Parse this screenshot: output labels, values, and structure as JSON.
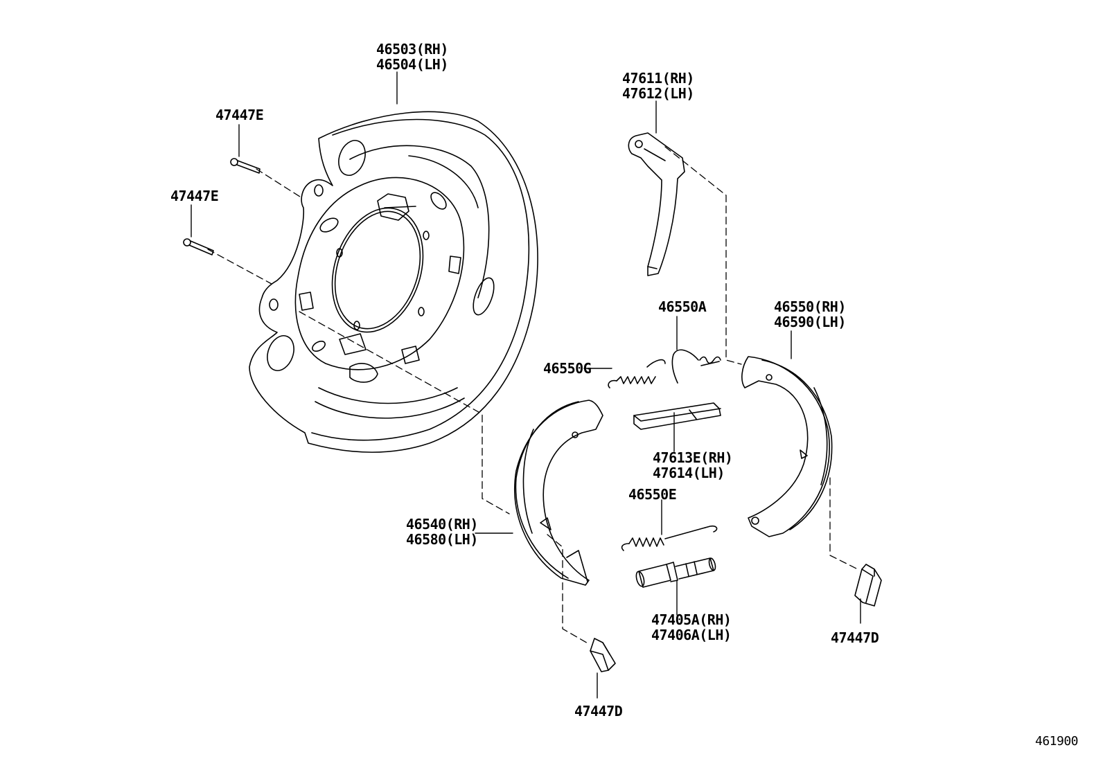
{
  "parts": {
    "backing_plate": {
      "line1": "46503(RH)",
      "line2": "46504(LH)"
    },
    "bolt_upper": {
      "line1": "47447E"
    },
    "bolt_lower": {
      "line1": "47447E"
    },
    "parking_lever": {
      "line1": "47611(RH)",
      "line2": "47612(LH)"
    },
    "spring_a": {
      "line1": "46550A"
    },
    "spring_g": {
      "line1": "46550G"
    },
    "shoe_rear": {
      "line1": "46550(RH)",
      "line2": "46590(LH)"
    },
    "strut": {
      "line1": "47613E(RH)",
      "line2": "47614(LH)"
    },
    "spring_e": {
      "line1": "46550E"
    },
    "shoe_front": {
      "line1": "46540(RH)",
      "line2": "46580(LH)"
    },
    "adjuster": {
      "line1": "47405A(RH)",
      "line2": "47406A(LH)"
    },
    "clip_right": {
      "line1": "47447D"
    },
    "clip_left": {
      "line1": "47447D"
    }
  },
  "diagram_ref": "461900"
}
